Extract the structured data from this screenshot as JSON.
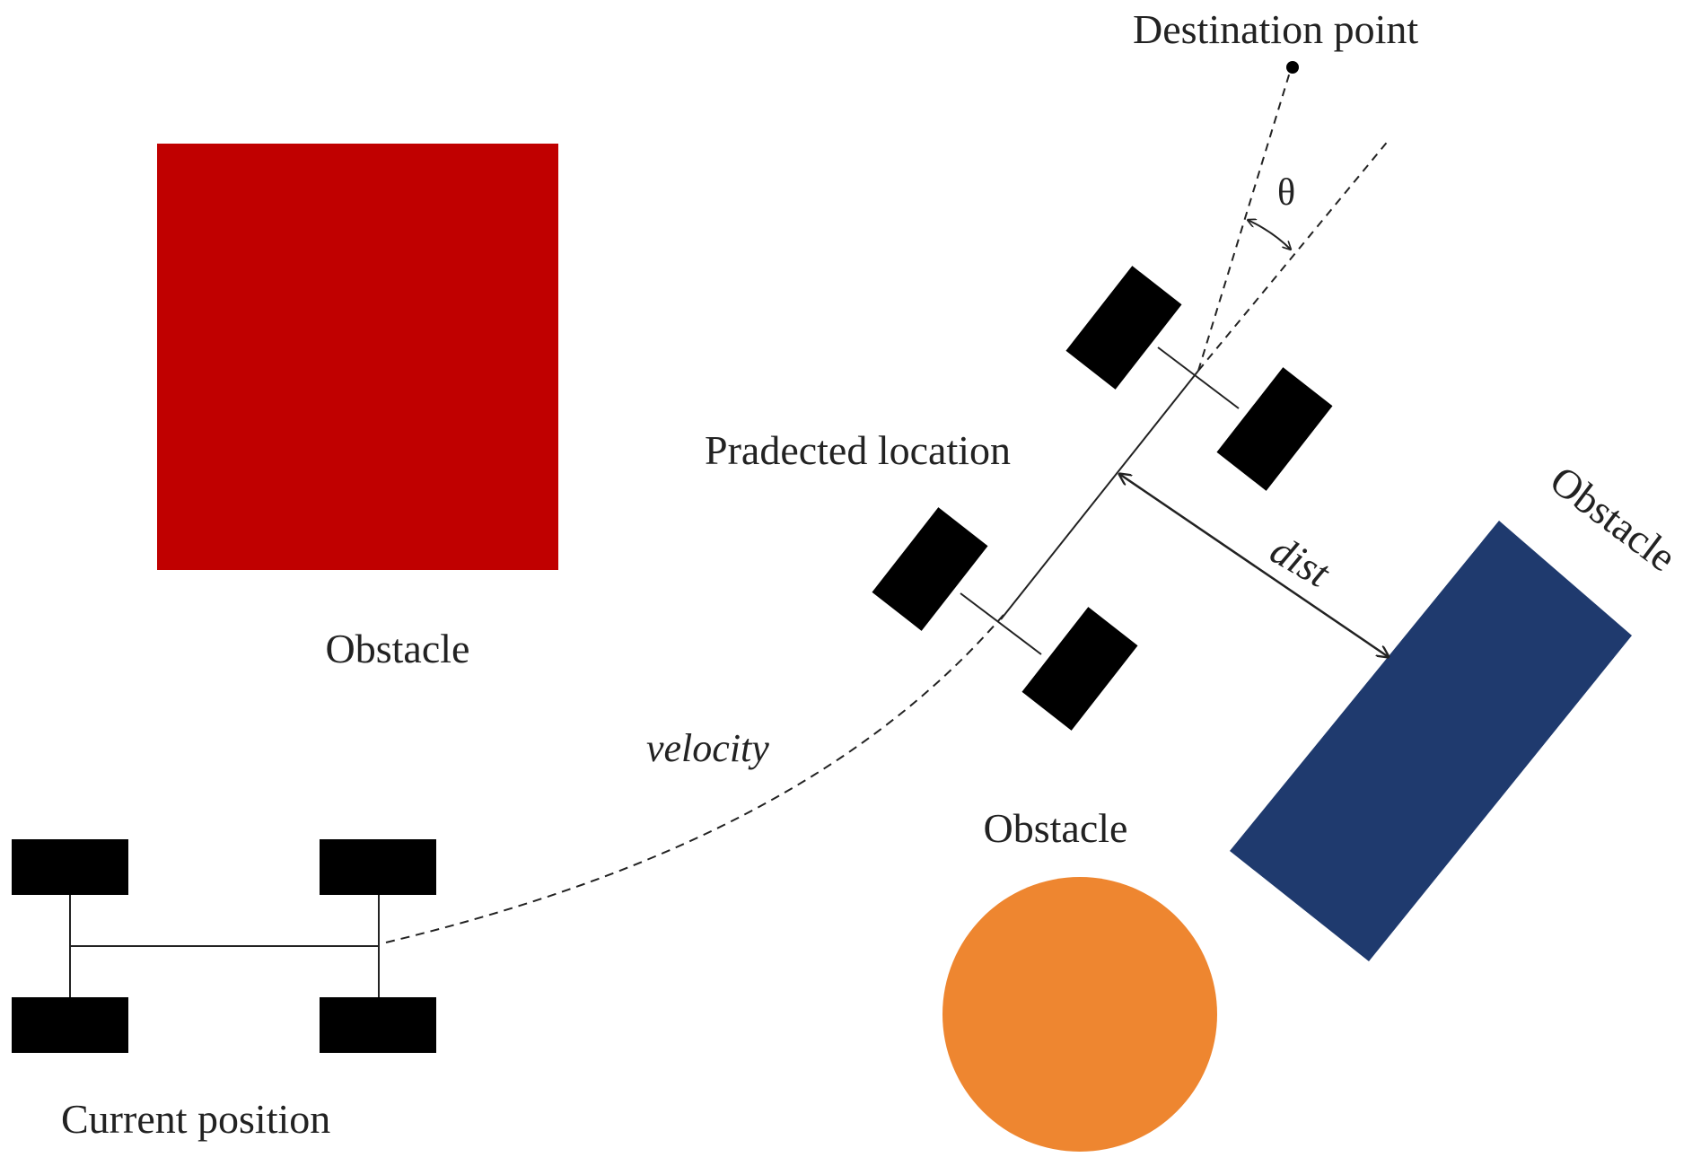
{
  "labels": {
    "destination": "Destination point",
    "theta": "θ",
    "predicted": "Pradected location",
    "dist": "dist",
    "velocity": "velocity",
    "obstacle_red": "Obstacle",
    "obstacle_blue": "Obstacle",
    "obstacle_orange": "Obstacle",
    "current": "Current position"
  },
  "colors": {
    "obstacle_red": "#c00000",
    "obstacle_blue": "#1f3a6e",
    "obstacle_orange": "#ee8630",
    "wheel": "#000000",
    "line": "#222222"
  }
}
